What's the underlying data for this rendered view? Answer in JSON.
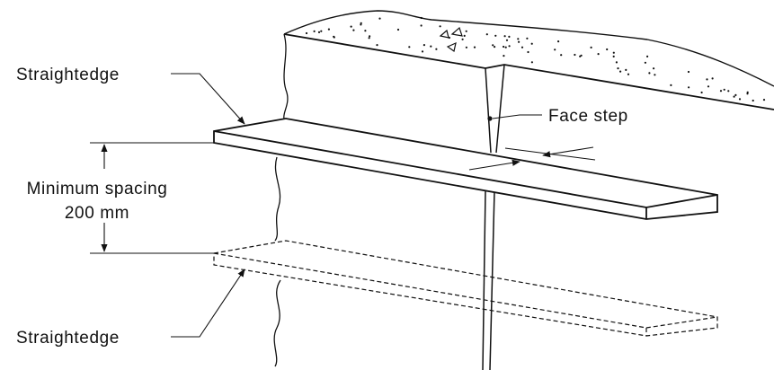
{
  "labels": {
    "straightedge_top": "Straightedge",
    "face_step": "Face step",
    "min_spacing_line1": "Minimum spacing",
    "min_spacing_line2": "200 mm",
    "straightedge_bottom": "Straightedge"
  },
  "colors": {
    "ink": "#111111",
    "background": "#ffffff"
  }
}
